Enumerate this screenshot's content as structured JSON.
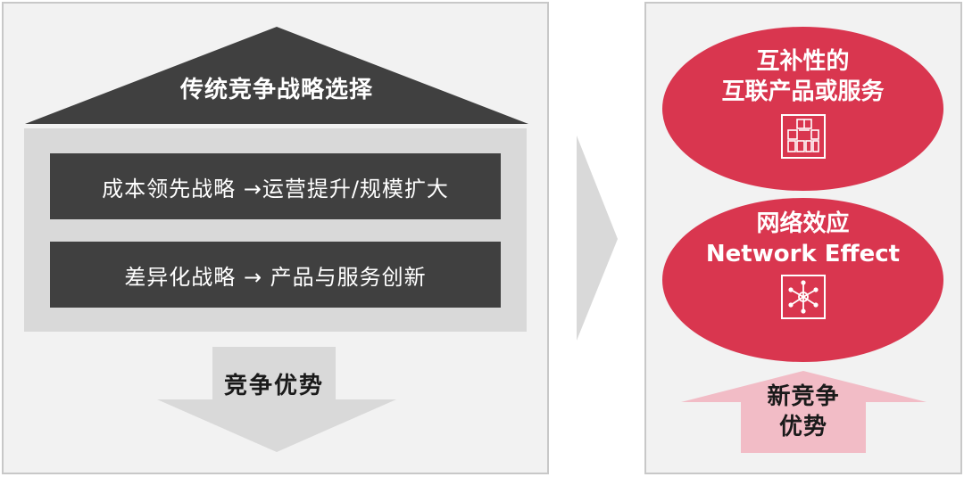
{
  "left": {
    "roof_title": "传统竞争战略选择",
    "strategies": [
      "成本领先战略 →运营提升/规模扩大",
      "差异化战略 → 产品与服务创新"
    ],
    "result_label": "竞争优势"
  },
  "right": {
    "complementary": {
      "line1": "互补性的",
      "line2": "互联产品或服务",
      "icon": "puzzle-grid-icon"
    },
    "network": {
      "line1": "网络效应",
      "line2": "Network Effect",
      "icon": "network-hub-icon"
    },
    "result_line1": "新竞争",
    "result_line2": "优势"
  },
  "colors": {
    "panel_bg": "#f2f2f2",
    "roof": "#404040",
    "dark_bar": "#404040",
    "light_box": "#d9d9d9",
    "accent_red": "#d9364f",
    "pink_arrow": "#f2bcc6",
    "grey_arrow": "#d9d9d9"
  }
}
